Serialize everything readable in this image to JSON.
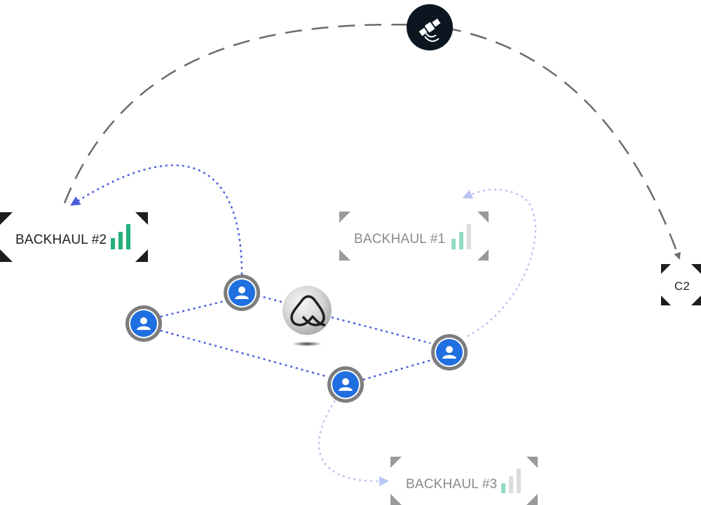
{
  "backhauls": [
    {
      "id": "bh2",
      "label": "BACKHAUL #2",
      "text_color": "#1f1f1f",
      "bar_colors": [
        "#23b07a",
        "#23b07a",
        "#23b07a"
      ],
      "bracket_color": "#1e1e1e"
    },
    {
      "id": "bh1",
      "label": "BACKHAUL #1",
      "text_color": "#8a8a8a",
      "bar_colors": [
        "#8fdcc0",
        "#8fdcc0",
        "#dcdcdc"
      ],
      "bracket_color": "#9a9a9a"
    },
    {
      "id": "bh3",
      "label": "BACKHAUL #3",
      "text_color": "#8a8a8a",
      "bar_colors": [
        "#8fdcc0",
        "#dcdcdc",
        "#dcdcdc"
      ],
      "bracket_color": "#9a9a9a"
    }
  ],
  "c2": {
    "label": "C2",
    "bracket_color": "#1e1e1e"
  },
  "icons": {
    "satellite": "satellite-icon",
    "hub": "mesh-hub-logo-icon",
    "user": "user-icon"
  },
  "colors": {
    "user_fill": "#1f6fe0",
    "user_ring": "#7d7d7d",
    "link_blue": "#4a5fdc",
    "link_faint": "#b9c6f3",
    "satellite_bg": "#0b1620",
    "dashed_arc": "#6b6b6b"
  }
}
